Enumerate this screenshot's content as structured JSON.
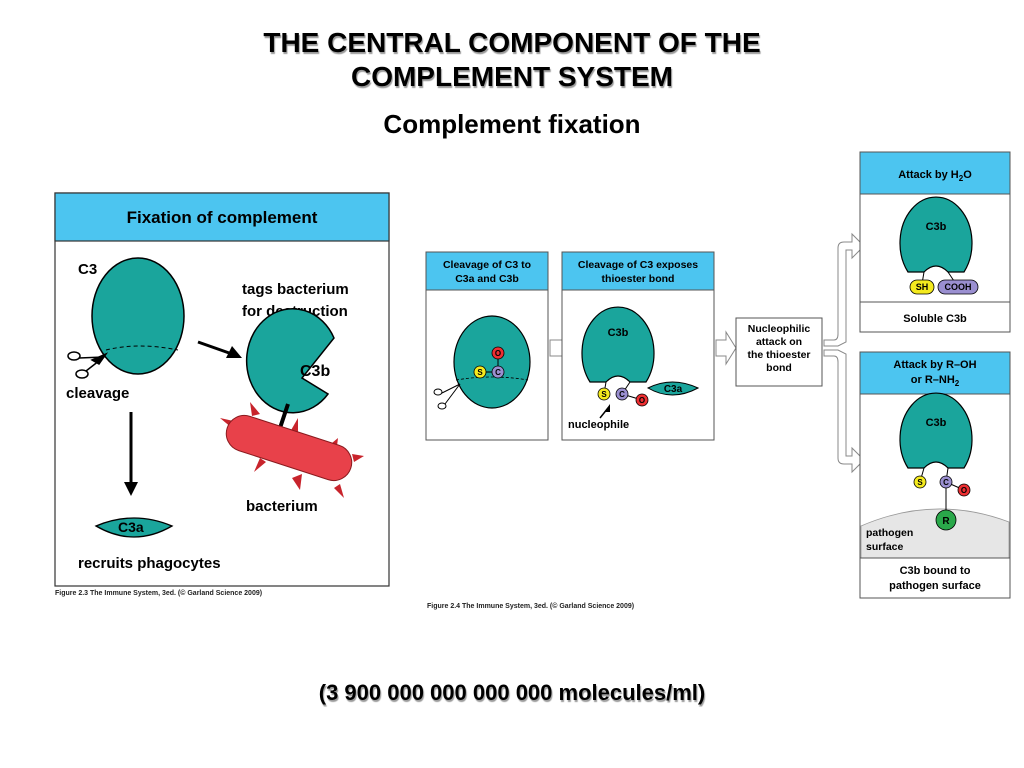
{
  "header": {
    "title_line1": "THE CENTRAL COMPONENT OF THE",
    "title_line2": "COMPLEMENT SYSTEM",
    "subtitle": "Complement fixation"
  },
  "figure_left": {
    "panel_title": "Fixation of complement",
    "c3_label": "C3",
    "cleavage_label": "cleavage",
    "tags_line1": "tags bacterium",
    "tags_line2": "for destruction",
    "c3b_label": "C3b",
    "bacterium_label": "bacterium",
    "c3a_label": "C3a",
    "recruits_label": "recruits phagocytes",
    "caption": "Figure 2.3 The Immune System, 3ed. (© Garland Science 2009)"
  },
  "figure_right": {
    "panel1_title_line1": "Cleavage of C3 to",
    "panel1_title_line2": "C3a and C3b",
    "panel2_title_line1": "Cleavage of C3 exposes",
    "panel2_title_line2": "thioester bond",
    "c3b_label": "C3b",
    "c3a_label": "C3a",
    "nucleophile_label": "nucleophile",
    "nucleophilic_line1": "Nucleophilic",
    "nucleophilic_line2": "attack on",
    "nucleophilic_line3": "the thioester",
    "nucleophilic_line4": "bond",
    "attack_h2o": "Attack by H",
    "attack_h2o_sub": "2",
    "attack_h2o_end": "O",
    "sh_label": "SH",
    "cooh_label": "COOH",
    "soluble_label": "Soluble C3b",
    "attack_roh_line1": "Attack by R–OH",
    "attack_roh_line2": "or R–NH",
    "attack_roh_sub": "2",
    "pathogen_line1": "pathogen",
    "pathogen_line2": "surface",
    "bound_line1": "C3b bound to",
    "bound_line2": "pathogen surface",
    "atom_s": "S",
    "atom_c": "C",
    "atom_o": "O",
    "atom_r": "R",
    "caption": "Figure 2.4 The Immune System, 3ed. (© Garland Science 2009)"
  },
  "footer": {
    "molecules_text": "(3 900 000 000 000 000 molecules/ml)"
  },
  "colors": {
    "header_blue": "#4cc5f0",
    "teal": "#1aa59c",
    "bacterium_red": "#e8414a",
    "sulfur_yellow": "#f4ea1e",
    "carbon_purple": "#9a8fd0",
    "oxygen_red": "#ed2f32",
    "r_green": "#2aa84a"
  }
}
